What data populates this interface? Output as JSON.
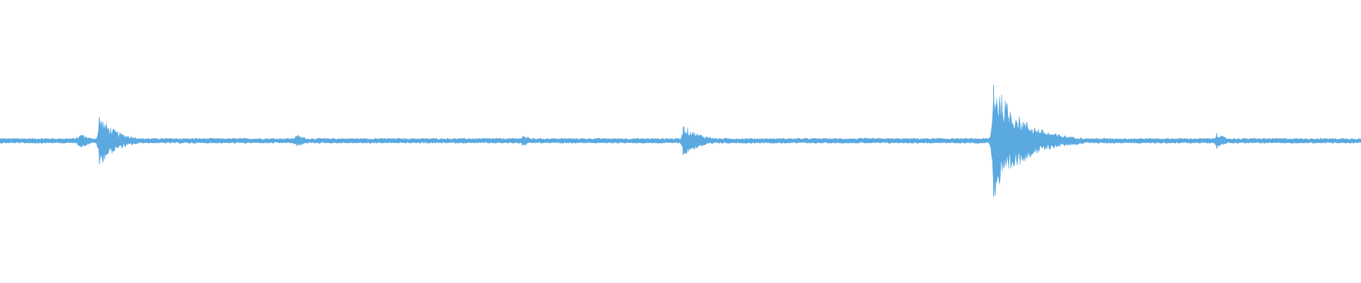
{
  "chart_data": {
    "type": "area",
    "title": "",
    "xlabel": "",
    "ylabel": "",
    "xlim": [
      0,
      1
    ],
    "ylim": [
      -1,
      1
    ],
    "grid": false,
    "legend": "none",
    "baseline_noise": 0.035,
    "events": [
      {
        "t": 0.06,
        "pre": 0.004,
        "amp": 0.1,
        "decay": 0.006
      },
      {
        "t": 0.073,
        "pre": 0.001,
        "amp": 0.4,
        "decay": 0.012
      },
      {
        "t": 0.218,
        "pre": 0.003,
        "amp": 0.08,
        "decay": 0.008
      },
      {
        "t": 0.384,
        "pre": 0.002,
        "amp": 0.08,
        "decay": 0.006
      },
      {
        "t": 0.502,
        "pre": 0.001,
        "amp": 0.24,
        "decay": 0.012
      },
      {
        "t": 0.73,
        "pre": 0.001,
        "amp": 0.95,
        "decay": 0.02
      },
      {
        "t": 0.894,
        "pre": 0.001,
        "amp": 0.13,
        "decay": 0.005
      }
    ],
    "series": [
      {
        "color": "#5aa9e0"
      }
    ]
  }
}
